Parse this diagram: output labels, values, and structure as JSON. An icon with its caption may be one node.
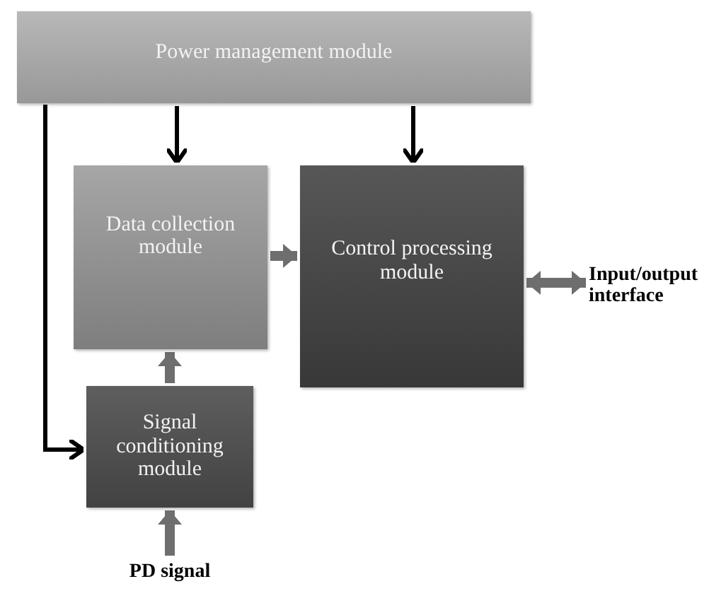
{
  "diagram": {
    "nodes": [
      {
        "text": [
          "Power management module"
        ]
      },
      {
        "text": [
          "Data collection module"
        ]
      },
      {
        "text": [
          "Control processing module"
        ]
      },
      {
        "text": [
          "Input/output interface"
        ]
      },
      {
        "text": [
          "Signal conditioning module"
        ]
      },
      {
        "text": [
          "PD signal"
        ]
      }
    ],
    "edges": [
      {
        "from": 0,
        "to": 1,
        "arrow": "to",
        "color": "#000000"
      },
      {
        "from": 0,
        "to": 2,
        "arrow": "to",
        "color": "#000000"
      },
      {
        "from": 0,
        "to": 4,
        "arrow": "to",
        "color": "#000000"
      },
      {
        "from": 1,
        "to": 2,
        "arrow": "to"
      },
      {
        "from": 2,
        "to": 3,
        "arrow": "both"
      },
      {
        "from": 4,
        "to": 1,
        "arrow": "to"
      },
      {
        "from": 5,
        "to": 4,
        "arrow": "to"
      }
    ]
  }
}
